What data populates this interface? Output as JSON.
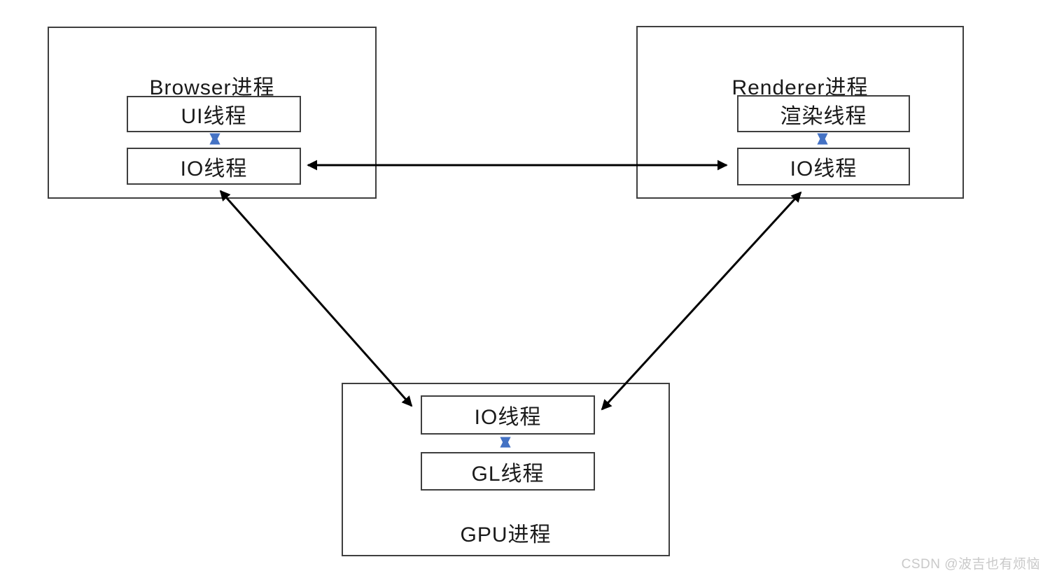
{
  "diagram": {
    "title": "Chrome multi-process architecture diagram",
    "processes": [
      {
        "id": "browser",
        "title": "Browser进程",
        "threads": [
          "UI线程",
          "IO线程"
        ]
      },
      {
        "id": "renderer",
        "title": "Renderer进程",
        "threads": [
          "渲染线程",
          "IO线程"
        ]
      },
      {
        "id": "gpu",
        "title": "GPU进程",
        "threads": [
          "IO线程",
          "GL线程"
        ]
      }
    ],
    "connections": [
      {
        "from": "browser.IO线程",
        "to": "renderer.IO线程",
        "style": "black-double-arrow"
      },
      {
        "from": "browser.IO线程",
        "to": "gpu.IO线程",
        "style": "black-double-arrow"
      },
      {
        "from": "renderer.IO线程",
        "to": "gpu.IO线程",
        "style": "black-double-arrow"
      },
      {
        "from": "browser.UI线程",
        "to": "browser.IO线程",
        "style": "blue-double-arrow"
      },
      {
        "from": "renderer.渲染线程",
        "to": "renderer.IO线程",
        "style": "blue-double-arrow"
      },
      {
        "from": "gpu.IO线程",
        "to": "gpu.GL线程",
        "style": "blue-double-arrow"
      }
    ]
  },
  "watermark": {
    "text": "CSDN @波吉也有烦恼"
  },
  "colors": {
    "background": "#ffffff",
    "box_border": "#3f3f3f",
    "text": "#1a1a1a",
    "black_arrow": "#000000",
    "blue_arrow": "#4472c4",
    "watermark": "#c9c9c9"
  }
}
